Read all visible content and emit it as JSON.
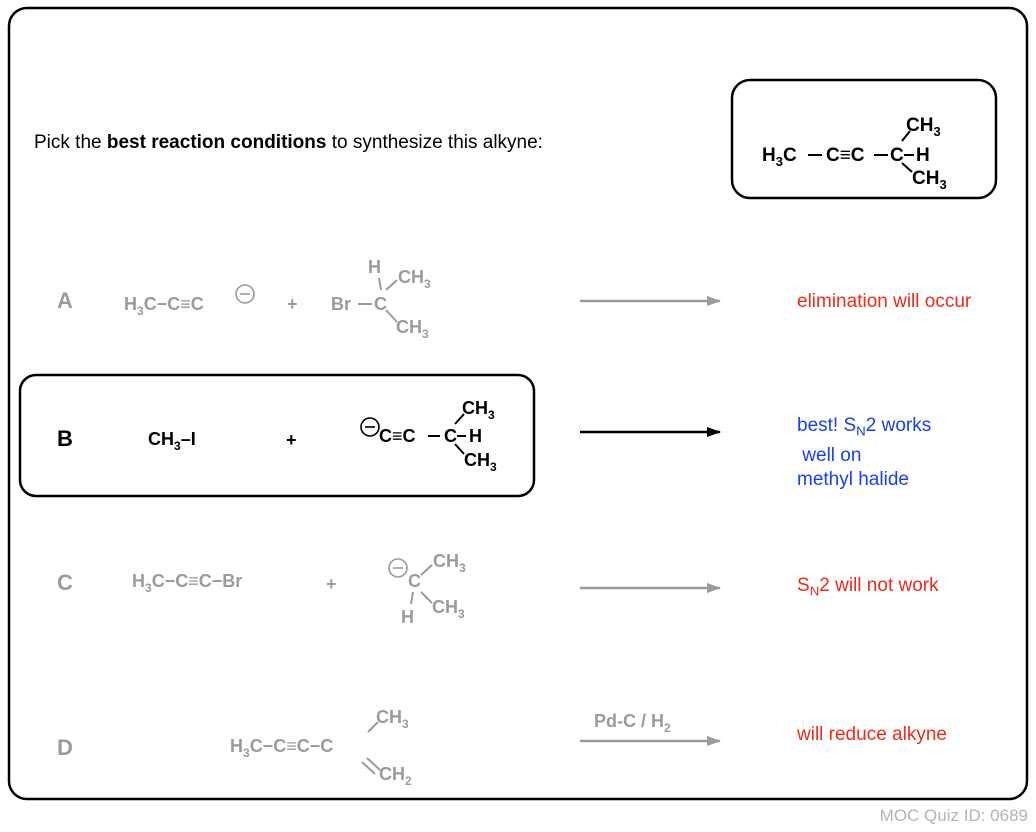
{
  "question": {
    "prefix": "Pick the ",
    "bold": "best reaction conditions",
    "suffix": " to synthesize this alkyne:"
  },
  "target": {
    "left_group": "H3C",
    "triple": "C≡C",
    "branch_carbon": "C",
    "top": "CH3",
    "right": "H",
    "bottom": "CH3"
  },
  "options": [
    {
      "letter": "A",
      "reactant1": "H3C−C≡C",
      "reactant1_charge": "⊖",
      "plus": "+",
      "reactant2": {
        "left": "Br",
        "center": "C",
        "top": "H",
        "upper": "CH3",
        "lower": "CH3"
      },
      "reagent": "",
      "note": "elimination will occur",
      "note_color": "red",
      "selected": false
    },
    {
      "letter": "B",
      "reactant1": "CH3–I",
      "plus": "+",
      "reactant2": {
        "charge": "⊖",
        "chain": "C≡C",
        "center": "C",
        "top": "CH3",
        "right": "H",
        "bottom": "CH3"
      },
      "reagent": "",
      "note_lines": [
        "best! SN2 works",
        " well on",
        "methyl halide"
      ],
      "note_color": "blue",
      "selected": true
    },
    {
      "letter": "C",
      "reactant1": "H3C−C≡C−Br",
      "plus": "+",
      "reactant2": {
        "charge": "⊖",
        "center": "C",
        "upper": "CH3",
        "lower": "CH3",
        "bottom": "H"
      },
      "reagent": "",
      "note": "SN2 will not work",
      "note_color": "red",
      "selected": false
    },
    {
      "letter": "D",
      "reactant1": "H3C−C≡C−C",
      "reactant1_top": "CH3",
      "reactant1_bottom": "CH2",
      "reagent": "Pd-C / H2",
      "note": "will reduce alkyne",
      "note_color": "red",
      "selected": false
    }
  ],
  "footer": "MOC Quiz ID: 0689",
  "colors": {
    "gray": "#9b9b9b",
    "red": "#ee2a1b",
    "blue": "#1a3ef0",
    "black": "#000000"
  }
}
